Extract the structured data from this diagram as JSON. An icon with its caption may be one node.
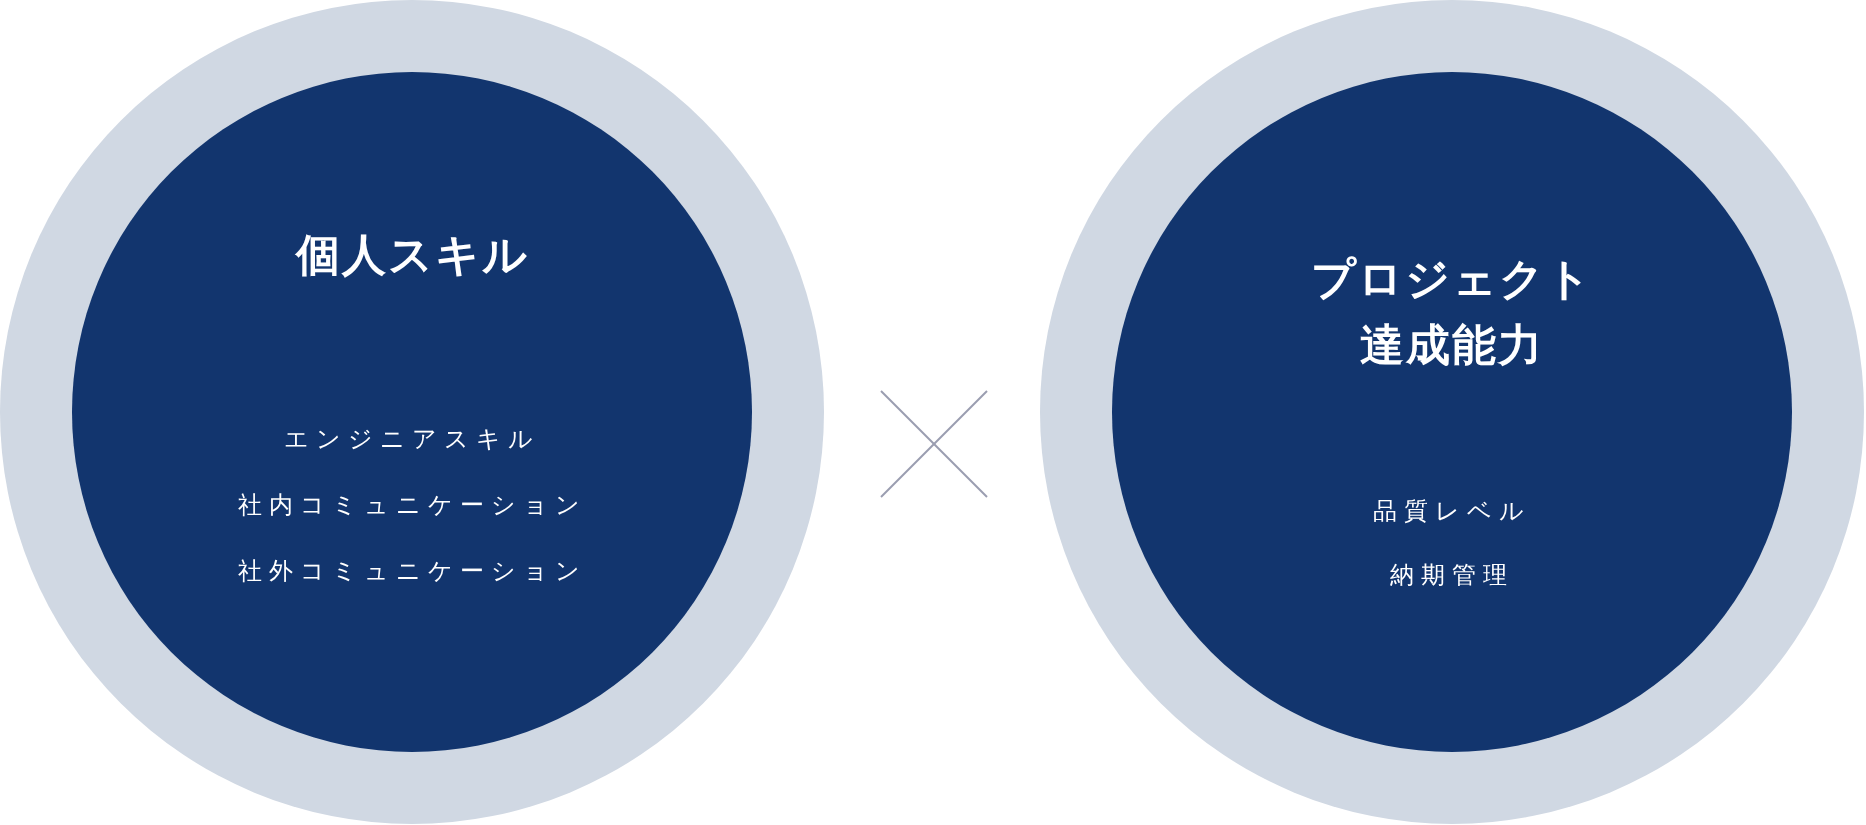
{
  "diagram": {
    "nodes": [
      {
        "text": [
          "個人スキル",
          "エンジニアスキル",
          "社内コミュニケーション",
          "社外コミュニケーション"
        ]
      },
      {
        "text": [
          "プロジェクト達成能力",
          "品質レベル",
          "納期管理"
        ]
      }
    ]
  }
}
